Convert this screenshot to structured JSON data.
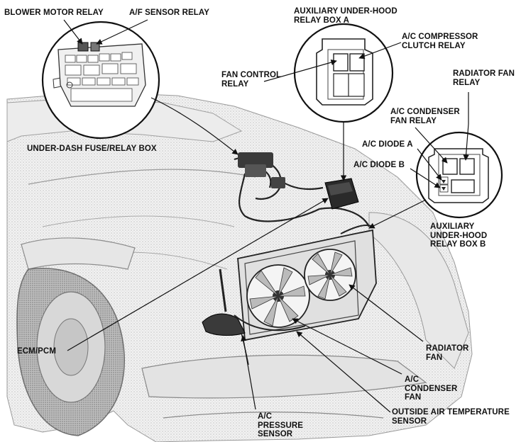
{
  "labels": {
    "blower_motor_relay": "BLOWER MOTOR RELAY",
    "af_sensor_relay": "A/F SENSOR RELAY",
    "aux_relay_box_a": "AUXILIARY UNDER-HOOD\nRELAY BOX A",
    "ac_compressor_clutch_relay": "A/C COMPRESSOR\nCLUTCH RELAY",
    "fan_control_relay": "FAN CONTROL\nRELAY",
    "radiator_fan_relay": "RADIATOR FAN\nRELAY",
    "ac_condenser_fan_relay": "A/C CONDENSER\nFAN RELAY",
    "ac_diode_a": "A/C DIODE A",
    "ac_diode_b": "A/C DIODE B",
    "under_dash_fuse_relay_box": "UNDER-DASH FUSE/RELAY BOX",
    "aux_relay_box_b": "AUXILIARY\nUNDER-HOOD\nRELAY BOX B",
    "ecm_pcm": "ECM/PCM",
    "radiator_fan": "RADIATOR\nFAN",
    "ac_condenser_fan": "A/C\nCONDENSER\nFAN",
    "ac_pressure_sensor": "A/C\nPRESSURE\nSENSOR",
    "outside_air_temp_sensor": "OUTSIDE AIR TEMPERATURE\nSENSOR"
  },
  "colors": {
    "ink": "#111111",
    "shade": "#d9d9d9",
    "paper": "#ffffff"
  }
}
